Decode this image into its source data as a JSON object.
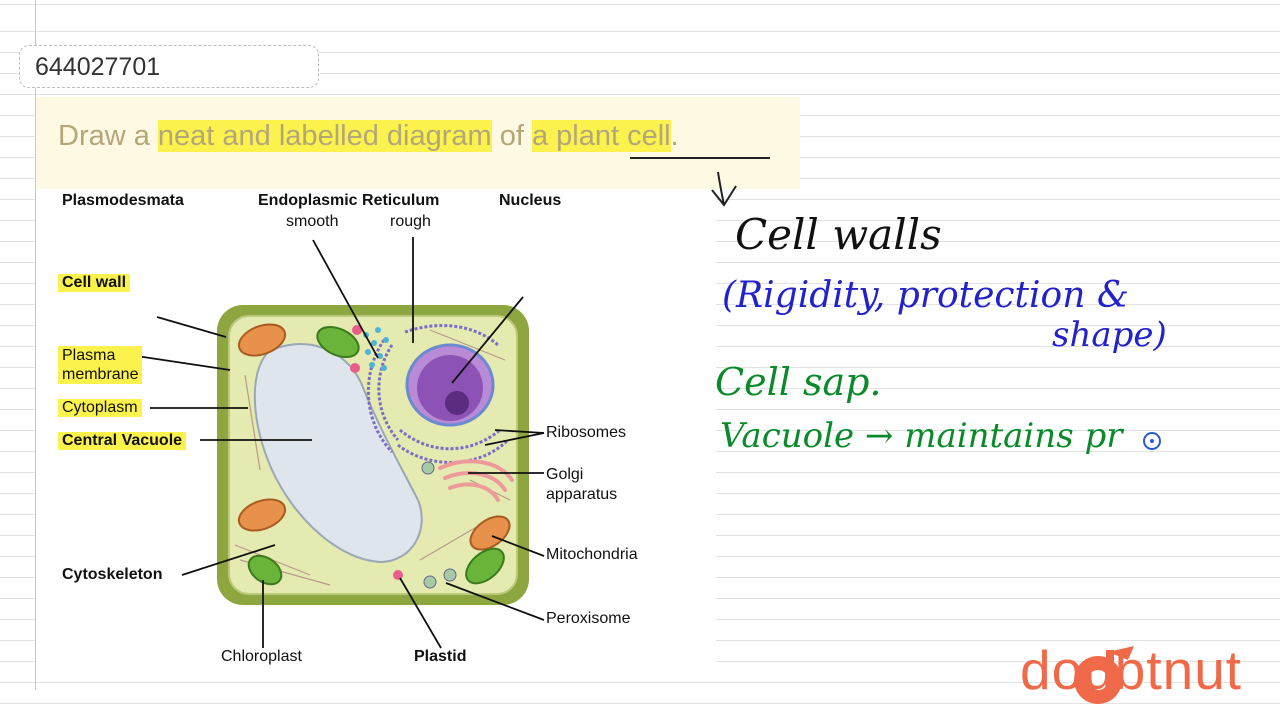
{
  "question_id": "644027701",
  "question": {
    "p1": "Draw a ",
    "p2": "neat and labelled diagram",
    "p3": " of ",
    "p4": "a plant cell",
    "p5": "."
  },
  "diagram_labels": {
    "plasmodesmata": "Plasmodesmata",
    "endoplasmic_reticulum": "Endoplasmic Reticulum",
    "smooth": "smooth",
    "rough": "rough",
    "nucleus": "Nucleus",
    "cell_wall": "Cell wall",
    "plasma_membrane_1": "Plasma",
    "plasma_membrane_2": "membrane",
    "cytoplasm": "Cytoplasm",
    "central_vacuole": "Central Vacuole",
    "ribosomes": "Ribosomes",
    "golgi_1": "Golgi",
    "golgi_2": "apparatus",
    "mitochondria": "Mitochondria",
    "peroxisome": "Peroxisome",
    "cytoskeleton": "Cytoskeleton",
    "chloroplast": "Chloroplast",
    "plastid": "Plastid"
  },
  "handwriting": {
    "line1": "Cell walls",
    "line2": "(Rigidity, protection &",
    "line3": "shape)",
    "line4": "Cell sap.",
    "line5": "Vacuole → maintains pr"
  },
  "brand": {
    "name": "doubtnut",
    "color": "#f06a4a"
  },
  "colors": {
    "highlight": "#fbf24d",
    "ink_black": "#111111",
    "ink_blue": "#2222cc",
    "ink_green": "#0a8a2a",
    "cell_wall": "#8da63f",
    "cytoplasm": "#e4eab0",
    "vacuole": "#dfe5ec",
    "nucleus": "#8c52b5",
    "mitochondria": "#e8914a",
    "chloroplast": "#6ab43a"
  }
}
